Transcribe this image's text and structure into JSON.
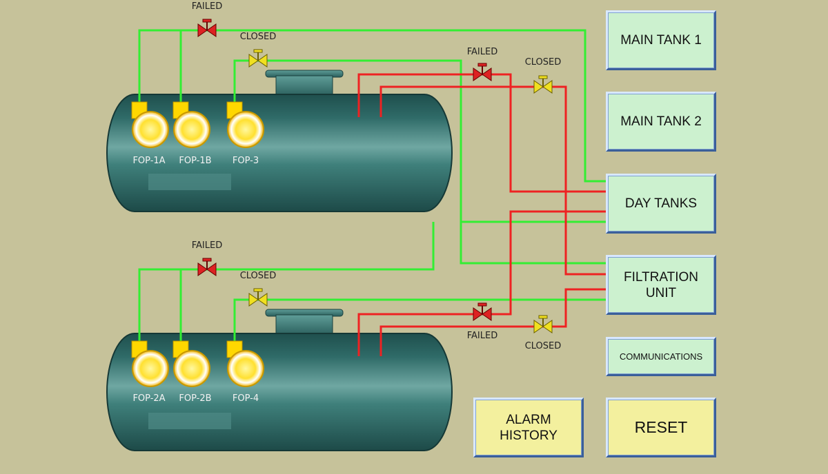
{
  "colors": {
    "background": "#c6c29a",
    "tank_body": "#2f6f6b",
    "pump_yellow": "#ffd700",
    "pipe_green": "#33ee33",
    "pipe_red": "#ee2222",
    "valve_failed": "#dd2222",
    "valve_closed": "#f0e020",
    "button_green": "#ccf1cf",
    "button_yellow": "#f3f09e"
  },
  "tanks": [
    {
      "pumps": [
        {
          "label": "FOP-1A"
        },
        {
          "label": "FOP-1B"
        },
        {
          "label": "FOP-3"
        }
      ]
    },
    {
      "pumps": [
        {
          "label": "FOP-2A"
        },
        {
          "label": "FOP-2B"
        },
        {
          "label": "FOP-4"
        }
      ]
    }
  ],
  "valves": [
    {
      "status": "FAILED",
      "icon": "valve-failed-icon"
    },
    {
      "status": "CLOSED",
      "icon": "valve-closed-icon"
    },
    {
      "status": "FAILED",
      "icon": "valve-failed-icon"
    },
    {
      "status": "CLOSED",
      "icon": "valve-closed-icon"
    },
    {
      "status": "FAILED",
      "icon": "valve-failed-icon"
    },
    {
      "status": "CLOSED",
      "icon": "valve-closed-icon"
    },
    {
      "status": "FAILED",
      "icon": "valve-failed-icon"
    },
    {
      "status": "CLOSED",
      "icon": "valve-closed-icon"
    }
  ],
  "buttons": {
    "main_tank_1": "MAIN TANK 1",
    "main_tank_2": "MAIN TANK 2",
    "day_tanks": "DAY TANKS",
    "filtration_unit": "FILTRATION\nUNIT",
    "communications": "COMMUNICATIONS",
    "alarm_history": "ALARM\nHISTORY",
    "reset": "RESET"
  }
}
